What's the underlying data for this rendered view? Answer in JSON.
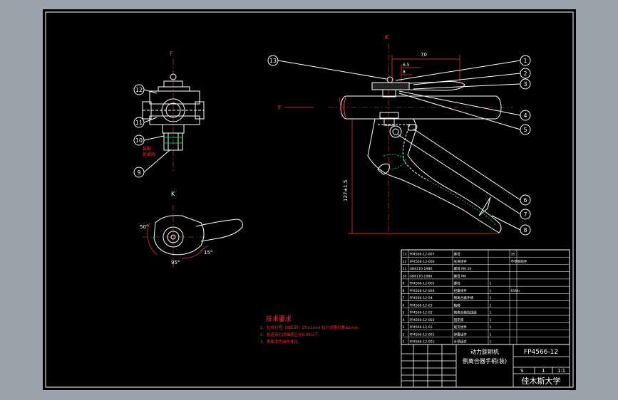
{
  "view_labels": {
    "section_f_left": "F",
    "section_f_mid": "F",
    "section_k_top": "K",
    "view_k": "K"
  },
  "balloons": [
    "1",
    "2",
    "3",
    "4",
    "5",
    "6",
    "7",
    "8",
    "9",
    "10",
    "11",
    "12",
    "13"
  ],
  "dimensions": {
    "horizontal_top": "70",
    "small_a": "6.5",
    "small_b": "8",
    "vertical_height": "127±1.5",
    "angle_a": "50°",
    "angle_b": "95°",
    "angle_c": "15°"
  },
  "tech_requirements": {
    "title": "技术要求",
    "lines": [
      "1、拉线行程（油缸间）25±1mm  拉力测量位置≤1mm;",
      "2、各连接孔同轴度应在0.05以下;",
      "3、表面漆色由总体定。"
    ]
  },
  "bom": {
    "rows": [
      {
        "no": "13",
        "code": "FP4566-12-007",
        "name": "螺母",
        "qty": "",
        "material": "35",
        "note": ""
      },
      {
        "no": "12",
        "code": "FP4566-12-006",
        "name": "压块组件",
        "qty": "",
        "material": "不锈钢组件",
        "note": ""
      },
      {
        "no": "11",
        "code": "GB6170-1986",
        "name": "螺母 M6 20",
        "qty": "",
        "material": "",
        "note": ""
      },
      {
        "no": "10",
        "code": "GB6170-1986",
        "name": "螺母 M6",
        "qty": "",
        "material": "",
        "note": ""
      },
      {
        "no": "9",
        "code": "FP4566-12-005",
        "name": "螺栓",
        "qty": "1",
        "material": "",
        "note": ""
      },
      {
        "no": "8",
        "code": "FP4566-12-004",
        "name": "扭簧组件",
        "qty": "1",
        "material": "65Mn",
        "note": ""
      },
      {
        "no": "7",
        "code": "FP4566-12-04",
        "name": "侧离合器手柄",
        "qty": "1",
        "material": "",
        "note": ""
      },
      {
        "no": "6",
        "code": "FP4566-12-03",
        "name": "轴套",
        "qty": "1",
        "material": "",
        "note": ""
      },
      {
        "no": "5",
        "code": "FP4566-12-02",
        "name": "侧离合器拉线组",
        "qty": "1",
        "material": "",
        "note": ""
      },
      {
        "no": "4",
        "code": "FP4566-12-002",
        "name": "固定座",
        "qty": "1",
        "material": "",
        "note": ""
      },
      {
        "no": "3",
        "code": "FP4566-12-01",
        "name": "拨叉组件",
        "qty": "1",
        "material": "",
        "note": ""
      },
      {
        "no": "2",
        "code": "FP4566-12-001",
        "name": "弹簧组件",
        "qty": "1",
        "material": "",
        "note": ""
      },
      {
        "no": "1",
        "code": "FP4566-12-001",
        "name": "手柄组件",
        "qty": "1",
        "material": "",
        "note": ""
      }
    ]
  },
  "title_block": {
    "title_line1": "动力旋耕机",
    "title_line2": "侧离合器手柄(装)",
    "drawing_no": "FP4566-12",
    "stage": "S",
    "sheet": "1",
    "scale": "1:1",
    "school": "佳木斯大学"
  },
  "colors": {
    "background": "#000000",
    "outline": "#ffffff",
    "balloon": "#ffffff",
    "dimension": "#ff3b3b",
    "section_hatch": "#00cc33",
    "note_text": "#ff2a2a",
    "window": "#9aa3ab"
  }
}
